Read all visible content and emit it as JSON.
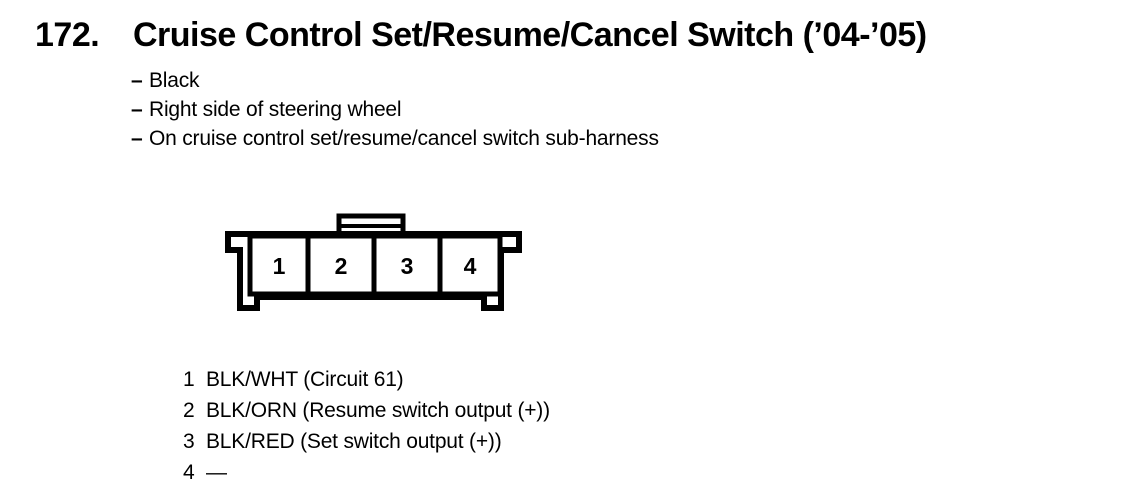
{
  "page": {
    "background": "#ffffff",
    "text_color": "#000000"
  },
  "header": {
    "number": "172.",
    "title": "Cruise Control Set/Resume/Cancel Switch (’04-’05)"
  },
  "notes": {
    "marker": "–",
    "items": [
      "Black",
      "Right side of steering wheel",
      "On cruise control set/resume/cancel switch sub-harness"
    ]
  },
  "connector": {
    "pins": [
      "1",
      "2",
      "3",
      "4"
    ]
  },
  "pin_legend": {
    "rows": [
      {
        "pin": "1",
        "label": "BLK/WHT (Circuit 61)"
      },
      {
        "pin": "2",
        "label": "BLK/ORN (Resume switch output (+))"
      },
      {
        "pin": "3",
        "label": "BLK/RED (Set switch output (+))"
      },
      {
        "pin": "4",
        "label": "—"
      }
    ]
  }
}
